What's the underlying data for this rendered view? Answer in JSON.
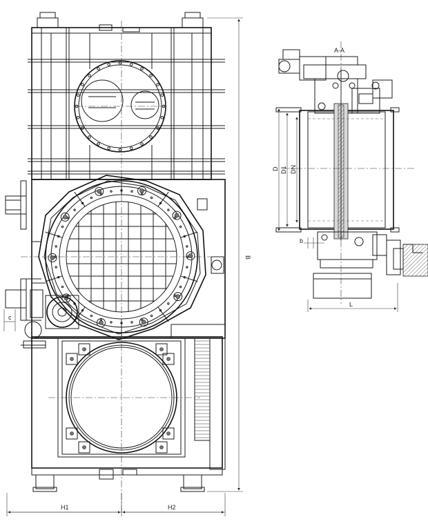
{
  "section_label": "A-A",
  "dimensions": {
    "h1": "H1",
    "h2": "H2",
    "b": "B",
    "c": "c",
    "d": "D",
    "d1": "D1",
    "dn": "DN",
    "small_b": "b",
    "l": "L"
  },
  "colors": {
    "line": "#1a1a1a",
    "background": "#ffffff",
    "hatch": "#777777"
  }
}
